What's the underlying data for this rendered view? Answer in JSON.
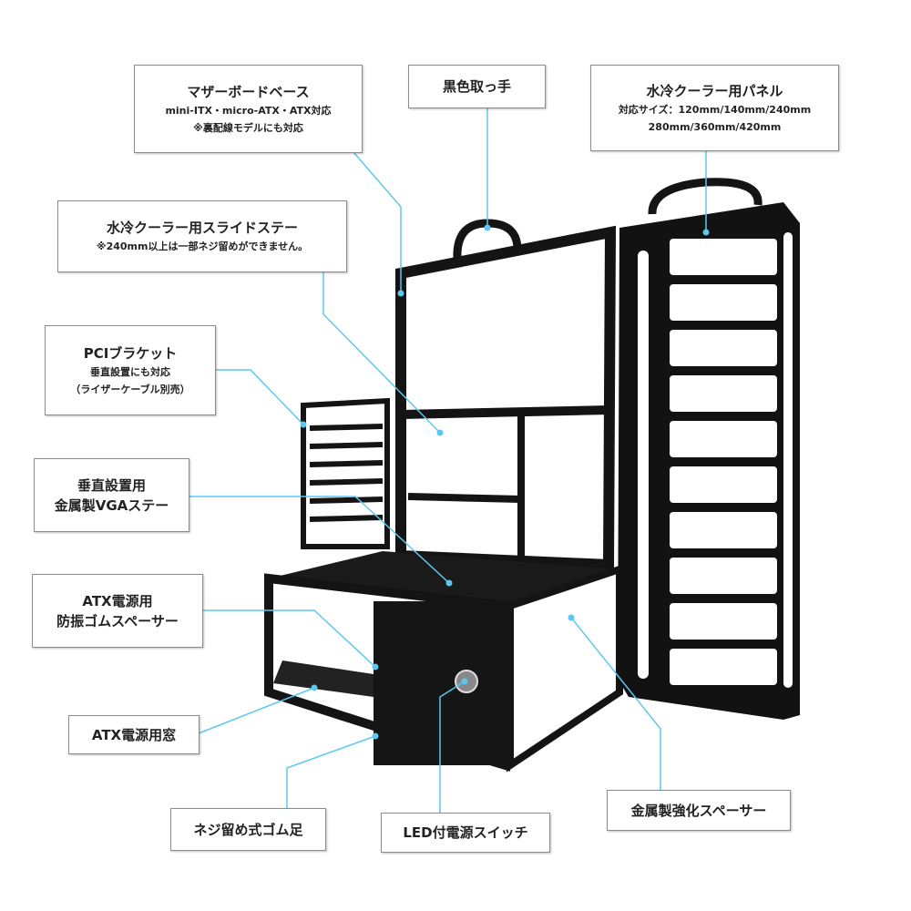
{
  "callouts": {
    "motherboard_base": {
      "title": "マザーボードベース",
      "line1": "mini-ITX・micro-ATX・ATX対応",
      "line2": "※裏配線モデルにも対応"
    },
    "handle": {
      "title": "黒色取っ手"
    },
    "cooler_panel": {
      "title": "水冷クーラー用パネル",
      "line1": "対応サイズ：120mm/140mm/240mm",
      "line2": "280mm/360mm/420mm"
    },
    "slide_stay": {
      "title": "水冷クーラー用スライドステー",
      "line1": "※240mm以上は一部ネジ留めができません。"
    },
    "pci_bracket": {
      "title": "PCIブラケット",
      "line1": "垂直設置にも対応",
      "line2": "（ライザーケーブル別売）"
    },
    "vga_stay": {
      "title": "垂直設置用",
      "line2": "金属製VGAステー"
    },
    "psu_spacer": {
      "title": "ATX電源用",
      "line2": "防振ゴムスペーサー"
    },
    "psu_window": {
      "title": "ATX電源用窓"
    },
    "rubber_feet": {
      "title": "ネジ留め式ゴム足"
    },
    "power_switch": {
      "title": "LED付電源スイッチ"
    },
    "metal_spacer": {
      "title": "金属製強化スペーサー"
    }
  },
  "colors": {
    "leader_line": "#5bc8f0",
    "frame": "#141414"
  }
}
